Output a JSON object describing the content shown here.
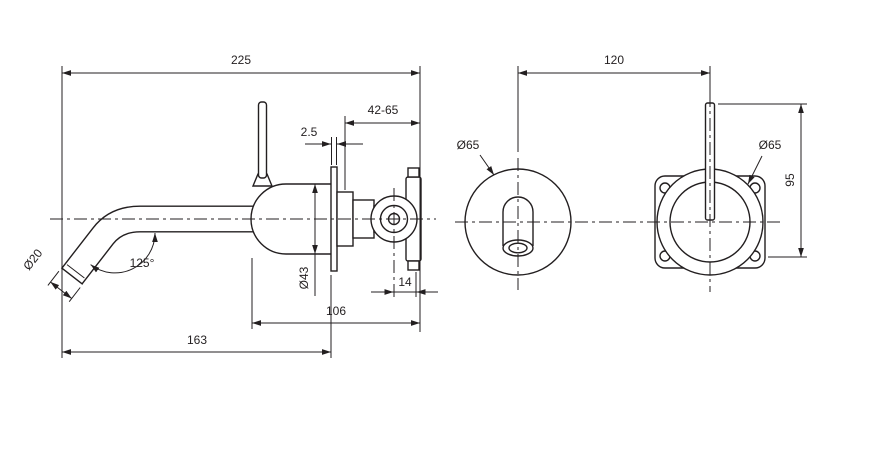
{
  "page": {
    "background_color": "#ffffff",
    "line_color": "#231f20",
    "description": "Technical dimension drawing of a wall-mounted basin mixer: side view (left) and front view (right)"
  },
  "side_view": {
    "dims": {
      "overall_length": "225",
      "depth_range": "42-65",
      "plate_thickness": "2.5",
      "spout_diameter": "Ø20",
      "spout_angle": "125°",
      "body_diameter": "Ø43",
      "valve_offset": "14",
      "rough_in_length": "106",
      "spout_reach": "163"
    }
  },
  "front_view": {
    "dims": {
      "center_distance": "120",
      "spout_flange_diameter": "Ø65",
      "mixer_flange_diameter": "Ø65",
      "handle_height": "95"
    }
  }
}
